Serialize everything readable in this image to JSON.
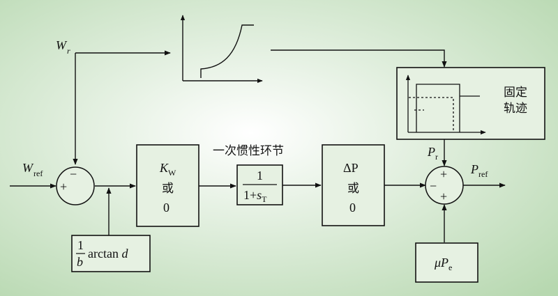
{
  "colors": {
    "bg_center": "#ffffff",
    "bg_edge": "#b7d8b0",
    "line": "#111111",
    "box_fill": "#e6f1e2"
  },
  "inputs": {
    "w_ref": {
      "main": "W",
      "sub": "ref"
    },
    "w_r": {
      "main": "W",
      "sub": "r"
    }
  },
  "sum1": {
    "minus": "−",
    "plus": "+"
  },
  "kw_block": {
    "k": "K",
    "sub": "W",
    "or": "或",
    "zero": "0"
  },
  "inertia_block": {
    "caption": "一次惯性环节",
    "num": "1",
    "den_a": "1+",
    "den_s": "s",
    "den_sub": "T"
  },
  "dp_block": {
    "delta": "ΔP",
    "or": "或",
    "zero": "0"
  },
  "arctan_block": {
    "frac_num": "1",
    "frac_den": "b",
    "text": "arctan",
    "var": "d"
  },
  "fixed_traj": {
    "line1": "固定",
    "line2": "轨迹"
  },
  "pr_label": {
    "main": "P",
    "sub": "r"
  },
  "sum2": {
    "top": "+",
    "left": "−",
    "bottom": "+"
  },
  "pref_label": {
    "main": "P",
    "sub": "ref"
  },
  "mu_block": {
    "mu": "μ",
    "p": "P",
    "sub": "e"
  }
}
